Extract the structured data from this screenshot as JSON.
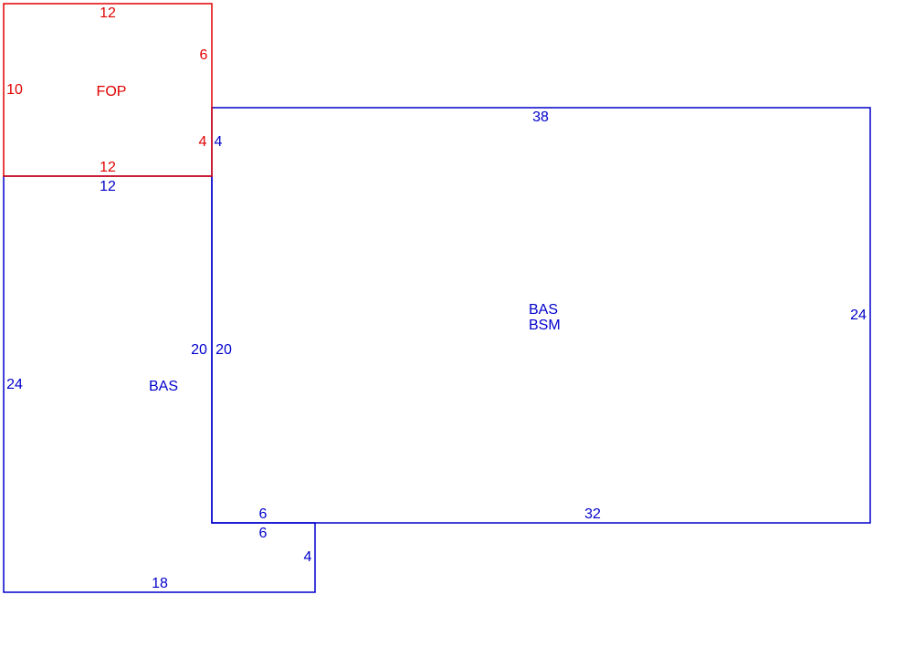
{
  "colors": {
    "fop": "#e00000",
    "bas": "#0000cc"
  },
  "fop": {
    "label": "FOP",
    "dims": {
      "top": "12",
      "right_upper": "6",
      "left": "10",
      "right_lower": "4",
      "bottom": "12"
    }
  },
  "bas_left": {
    "label": "BAS",
    "dims": {
      "top": "12",
      "left": "24",
      "right": "20",
      "bottom": "18",
      "notch_right": "4",
      "notch_top": "6"
    }
  },
  "bas_main": {
    "label_line1": "BAS",
    "label_line2": "BSM",
    "dims": {
      "top": "38",
      "right": "24",
      "left_upper": "4",
      "left": "20",
      "bottom_left": "6",
      "bottom": "32"
    }
  }
}
